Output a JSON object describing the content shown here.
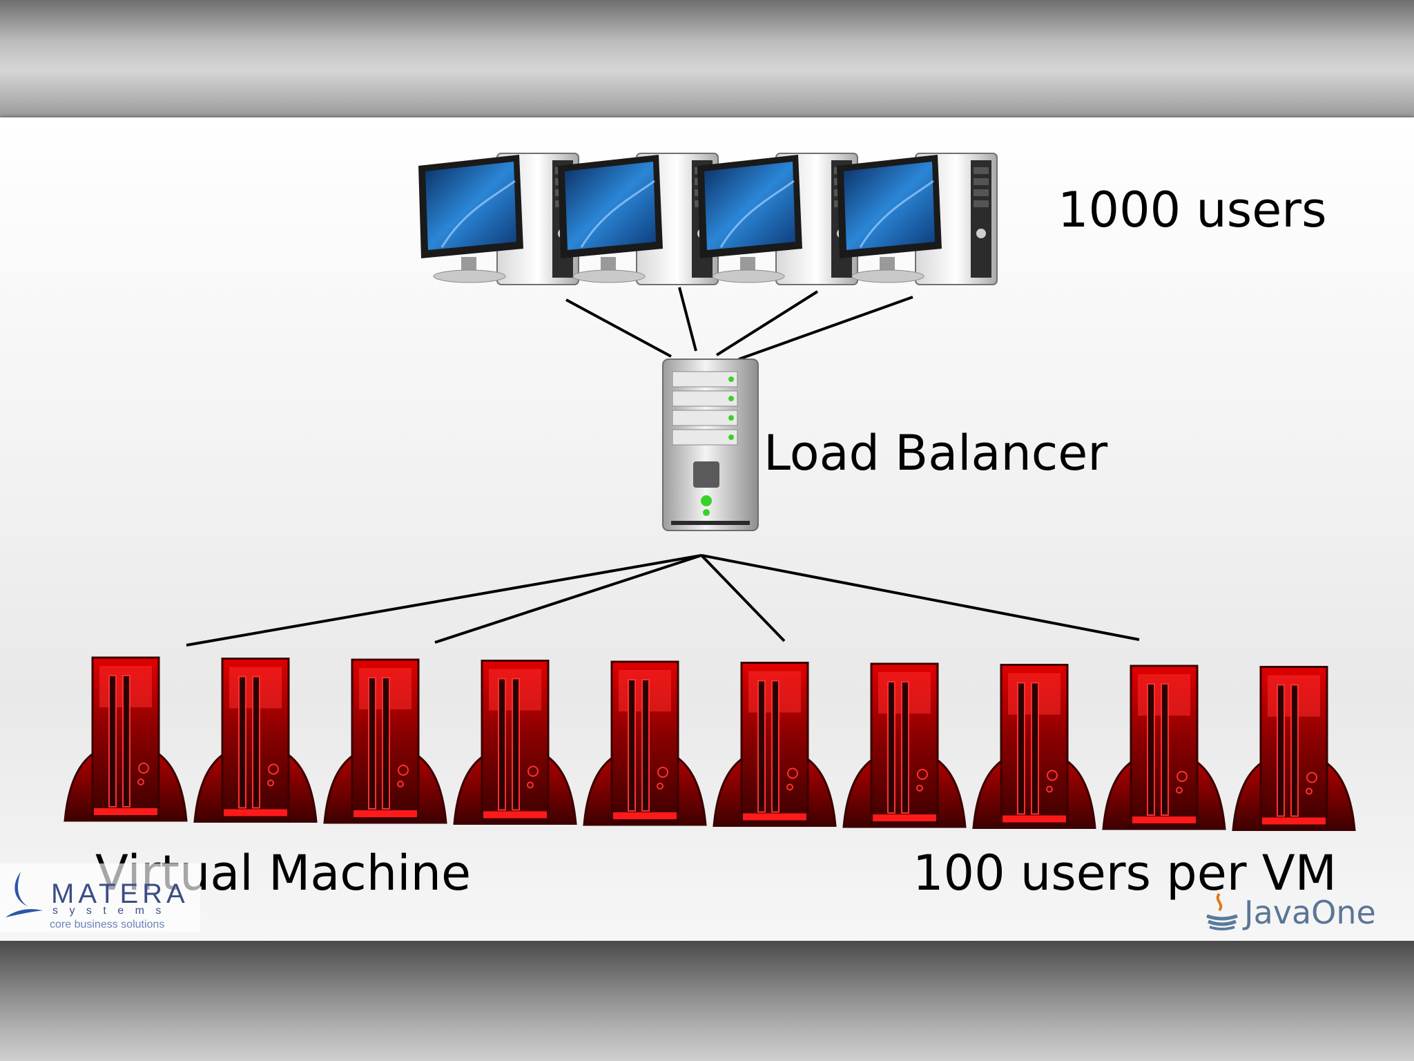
{
  "labels": {
    "users_total": "1000 users",
    "load_balancer": "Load Balancer",
    "virtual_machine": "Virtual Machine",
    "users_per_vm": "100 users per VM"
  },
  "logos": {
    "matera_name": "MATERA",
    "matera_sub": "s y s t e m s",
    "matera_tagline": "core business solutions",
    "javaone": "JavaOne"
  },
  "diagram": {
    "client_count": 4,
    "vm_count": 10,
    "edges_top": [
      "client-1",
      "client-2",
      "client-3",
      "client-4"
    ],
    "edges_bottom": [
      "vm-1",
      "vm-3",
      "vm-6",
      "vm-9"
    ],
    "colors": {
      "vm_red": "#d10000",
      "vm_dark": "#4a0000",
      "screen_blue": "#1f6fb5",
      "line": "#000000",
      "led_green": "#3bd12b"
    }
  }
}
